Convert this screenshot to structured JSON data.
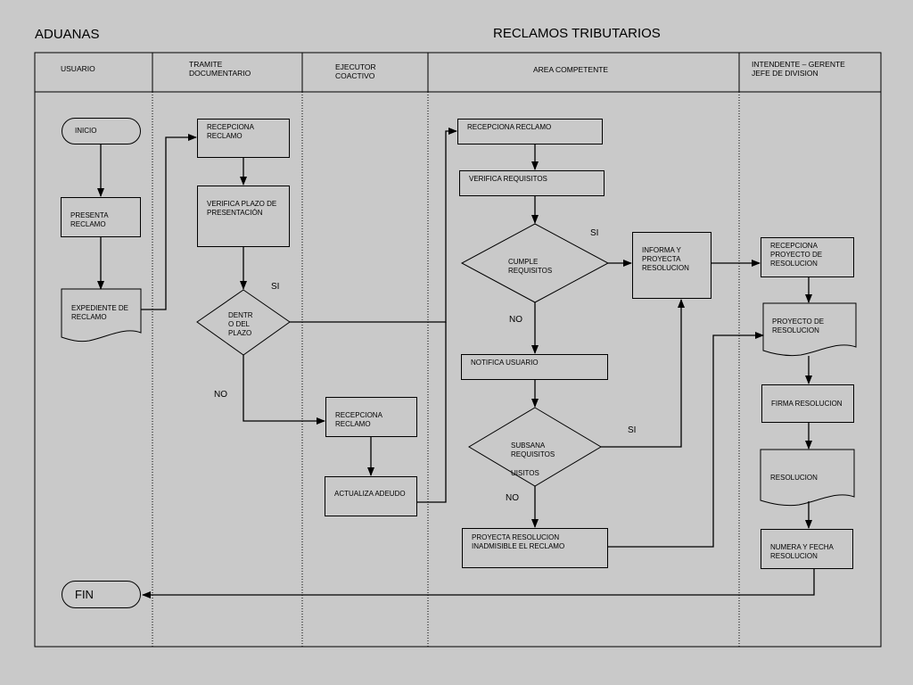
{
  "titles": {
    "left": "ADUANAS",
    "main": "RECLAMOS  TRIBUTARIOS"
  },
  "lanes": [
    "USUARIO",
    "TRAMITE DOCUMENTARIO",
    "EJECUTOR COACTIVO",
    "AREA COMPETENTE",
    "INTENDENTE – GERENTE JEFE DE DIVISION"
  ],
  "nodes": {
    "inicio": "INICIO",
    "presenta": "PRESENTA RECLAMO",
    "expediente": "EXPEDIENTE DE RECLAMO",
    "fin": "FIN",
    "td_recepciona": "RECEPCIONA RECLAMO",
    "verifica_plazo": "VERIFICA PLAZO DE PRESENTACIÓN",
    "dentro_plazo": "DENTR O  DEL PLAZO",
    "ec_recepciona": "RECEPCIONA RECLAMO",
    "actualiza": "ACTUALIZA ADEUDO",
    "ac_recepciona": "RECEPCIONA RECLAMO",
    "verifica_req": "VERIFICA REQUISITOS",
    "cumple": "CUMPLE REQUISITOS",
    "informa": "INFORMA Y PROYECTA RESOLUCION",
    "notifica": "NOTIFICA USUARIO",
    "subsana": "SUBSANA REQUISITOS",
    "subsana_overflow": "UISITOS",
    "proyecta_inad": "PROYECTA RESOLUCION INADMISIBLE EL RECLAMO",
    "ig_recepciona": "RECEPCIONA PROYECTO DE RESOLUCION",
    "proyecto_res": "PROYECTO DE RESOLUCION",
    "firma": "FIRMA RESOLUCION",
    "resolucion": "RESOLUCION",
    "numera": "NUMERA Y FECHA RESOLUCION"
  },
  "edge_labels": {
    "plazo_si": "SI",
    "plazo_no": "NO",
    "cumple_si": "SI",
    "cumple_no": "NO",
    "subsana_si": "SI",
    "subsana_no": "NO"
  }
}
